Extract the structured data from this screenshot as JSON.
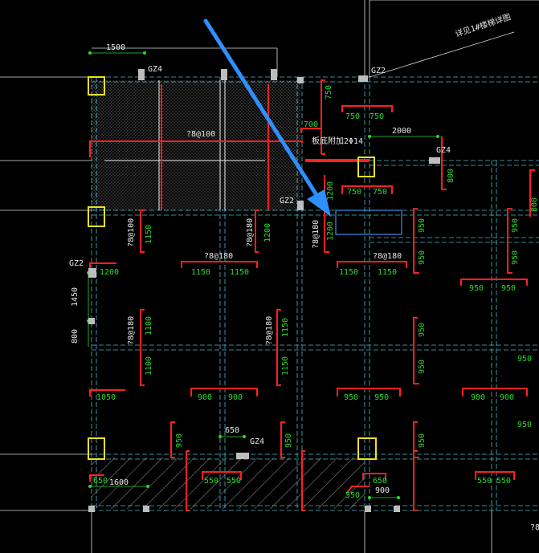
{
  "colors": {
    "background": "#000000",
    "gridline": "#4fb8c8",
    "rebar": "#ff2020",
    "dimension": "#2bd92b",
    "column_marker": "#f0e020",
    "arrow": "#2f8fff",
    "selection_box": "#3b8ee0"
  },
  "labels": {
    "top_dim": "1500",
    "gz4_a": "GZ4",
    "gz2_a": "GZ2",
    "gz2_b": "GZ2",
    "gz2_c": "GZ2",
    "gz4_b": "GZ4",
    "gz4_c": "GZ4",
    "spacing_a": "?8@100",
    "dim_2000": "2000",
    "callout": "板底附加2Φ14",
    "note_top": "详见1#楼梯详图",
    "rebar_a": "?8@100",
    "rebar_b": "?8@180",
    "rebar_c": "?8@180",
    "rebar_d": "?8@180",
    "rebar_e": "?8@180",
    "rebar_f": "?8@180",
    "rebar_g": "?8@180",
    "rebar_h": "?8@180",
    "v1450": "1450",
    "v800": "800",
    "dim_650": "650",
    "dim_1600": "1600",
    "dim_900b": "900"
  },
  "rebar_numbers": [
    {
      "id": "n750a",
      "text": "750"
    },
    {
      "id": "n750b",
      "text": "750"
    },
    {
      "id": "n750c",
      "text": "750"
    },
    {
      "id": "n700",
      "text": "700"
    },
    {
      "id": "n800a",
      "text": "800"
    },
    {
      "id": "n1200a",
      "text": "1200"
    },
    {
      "id": "n750d",
      "text": "750"
    },
    {
      "id": "n750e",
      "text": "750"
    },
    {
      "id": "n1150a",
      "text": "1150"
    },
    {
      "id": "n1200b",
      "text": "1200"
    },
    {
      "id": "n1200c",
      "text": "1200"
    },
    {
      "id": "n950a",
      "text": "950"
    },
    {
      "id": "n950b",
      "text": "950"
    },
    {
      "id": "n950c",
      "text": "950"
    },
    {
      "id": "n950d",
      "text": "950"
    },
    {
      "id": "n1200d",
      "text": "1200"
    },
    {
      "id": "n1150b",
      "text": "1150"
    },
    {
      "id": "n1150c",
      "text": "1150"
    },
    {
      "id": "n1150d",
      "text": "1150"
    },
    {
      "id": "n1150e",
      "text": "1150"
    },
    {
      "id": "n950e",
      "text": "950"
    },
    {
      "id": "n950f",
      "text": "950"
    },
    {
      "id": "n1100a",
      "text": "1100"
    },
    {
      "id": "n1100b",
      "text": "1100"
    },
    {
      "id": "n1150f",
      "text": "1150"
    },
    {
      "id": "n1150g",
      "text": "1150"
    },
    {
      "id": "n950g",
      "text": "950"
    },
    {
      "id": "n950h",
      "text": "950"
    },
    {
      "id": "n1050",
      "text": "1050"
    },
    {
      "id": "n900a",
      "text": "900"
    },
    {
      "id": "n900b",
      "text": "900"
    },
    {
      "id": "n950i",
      "text": "950"
    },
    {
      "id": "n950j",
      "text": "950"
    },
    {
      "id": "n900c",
      "text": "900"
    },
    {
      "id": "n900d",
      "text": "900"
    },
    {
      "id": "n950k",
      "text": "950"
    },
    {
      "id": "n950l",
      "text": "950"
    },
    {
      "id": "n950m",
      "text": "950"
    },
    {
      "id": "n650",
      "text": "650"
    },
    {
      "id": "n550a",
      "text": "550"
    },
    {
      "id": "n550b",
      "text": "550"
    },
    {
      "id": "n650b",
      "text": "650"
    },
    {
      "id": "n550c",
      "text": "550"
    },
    {
      "id": "n550d",
      "text": "550"
    },
    {
      "id": "n550e",
      "text": "550"
    },
    {
      "id": "n800b",
      "text": "800"
    },
    {
      "id": "n950n",
      "text": "950"
    },
    {
      "id": "n950o",
      "text": "950"
    }
  ]
}
